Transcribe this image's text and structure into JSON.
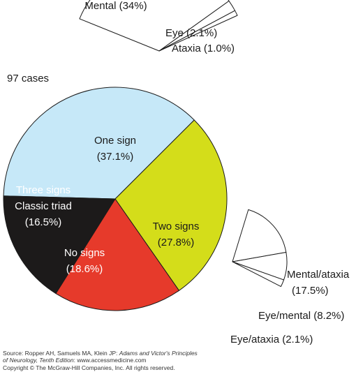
{
  "chart_data": [
    {
      "type": "pie",
      "total_label": "97 cases",
      "slices": [
        {
          "name": "One sign",
          "label": "One sign",
          "pct_label": "(37.1%)",
          "value": 37.1,
          "color": "#c6e8f8"
        },
        {
          "name": "Two signs",
          "label": "Two signs",
          "pct_label": "(27.8%)",
          "value": 27.8,
          "color": "#d4dd1a"
        },
        {
          "name": "No signs",
          "label": "No signs",
          "pct_label": "(18.6%)",
          "value": 18.6,
          "color": "#e63a2b"
        },
        {
          "name": "Three signs Classic triad",
          "label": "Three signs",
          "label2": "Classic triad",
          "pct_label": "(16.5%)",
          "value": 16.5,
          "color": "#1c1a1a"
        }
      ]
    },
    {
      "type": "pie",
      "detail_of": "One sign",
      "slices": [
        {
          "name": "Mental",
          "label": "Mental (34%)",
          "value": 34
        },
        {
          "name": "Eye",
          "label": "Eye (2.1%)",
          "value": 2.1
        },
        {
          "name": "Ataxia",
          "label": "Ataxia (1.0%)",
          "value": 1.0
        }
      ]
    },
    {
      "type": "pie",
      "detail_of": "Two signs",
      "slices": [
        {
          "name": "Mental/ataxia",
          "label": "Mental/ataxia",
          "pct_label": "(17.5%)",
          "value": 17.5
        },
        {
          "name": "Eye/mental",
          "label": "Eye/mental (8.2%)",
          "value": 8.2
        },
        {
          "name": "Eye/ataxia",
          "label": "Eye/ataxia (2.1%)",
          "value": 2.1
        }
      ]
    }
  ],
  "source": {
    "prefix": "Source: Ropper AH, Samuels MA, Klein JP: ",
    "title": "Adams and Victor's Principles of Neurology, Tenth Edition",
    "suffix": ": www.accessmedicine.com",
    "copyright": "Copyright © The McGraw-Hill Companies, Inc. All rights reserved."
  }
}
